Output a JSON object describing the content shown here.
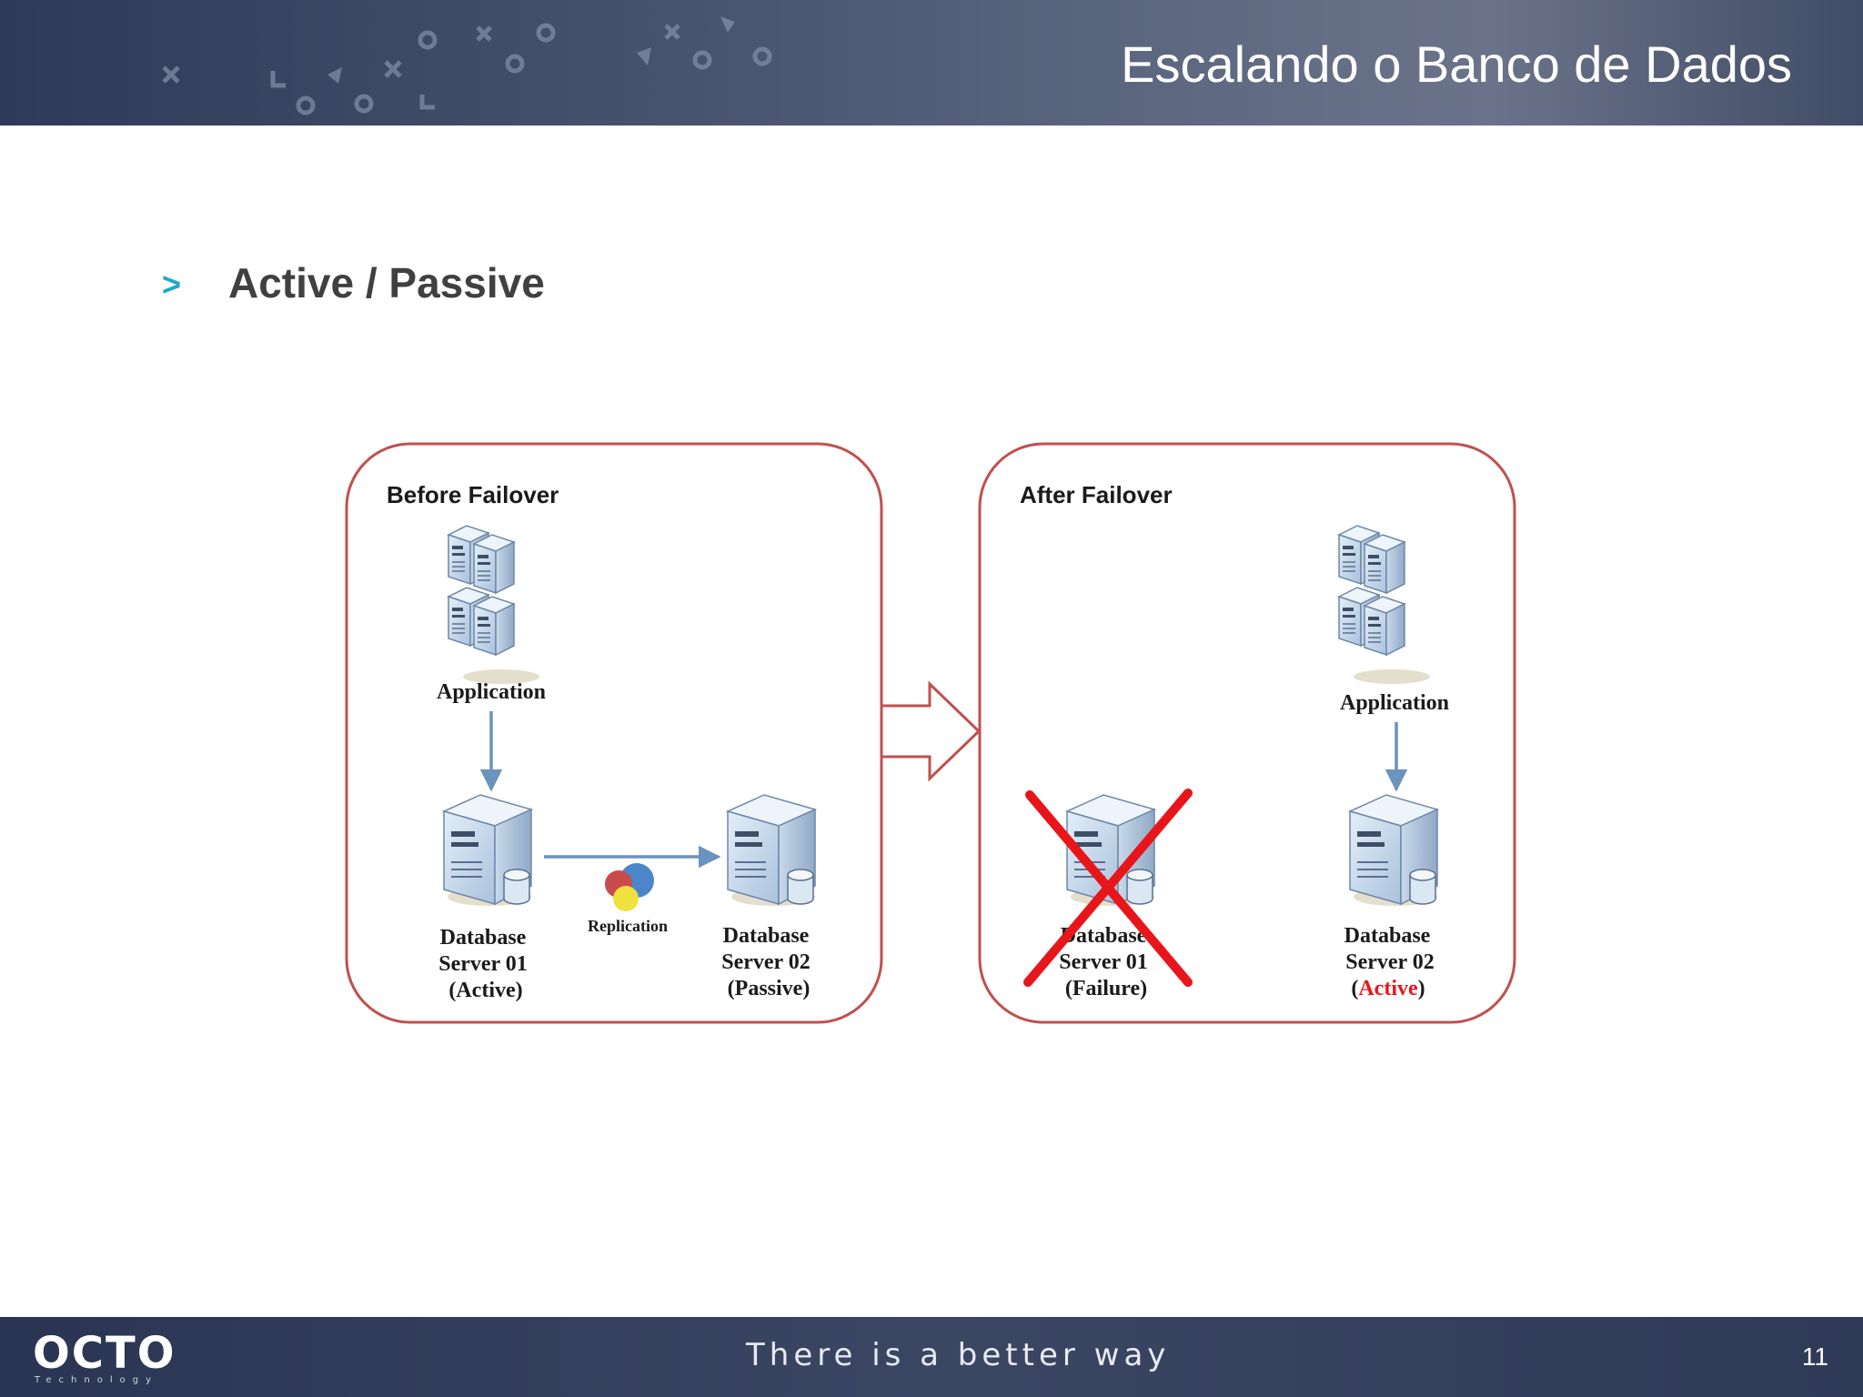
{
  "slide": {
    "title": "Escalando o Banco de Dados",
    "bullet_glyph": ">",
    "subtitle": "Active / Passive",
    "page_number": "11"
  },
  "footer": {
    "logo": "OCTO",
    "logo_sub": "Technology",
    "tagline": "There is a better way"
  },
  "diagram": {
    "before": {
      "label": "Before Failover",
      "application_label": "Application",
      "db1": [
        "Database",
        "Server 01",
        "(Active)"
      ],
      "replication_label": "Replication",
      "db2": [
        "Database",
        "Server 02",
        "(Passive)"
      ]
    },
    "after": {
      "label": "After Failover",
      "application_label": "Application",
      "db1": [
        "Database",
        "Server 01",
        "(Failure)"
      ],
      "db2": [
        "Database",
        "Server 02"
      ],
      "db2_status_open": "(",
      "db2_status": "Active",
      "db2_status_close": ")"
    }
  },
  "colors": {
    "panel_border": "#c0504d",
    "arrow_blue": "#6a93bd",
    "failure_x": "#e8161a",
    "active_red": "#e8161a",
    "accent_bullet": "#1aa9c9"
  },
  "icons": [
    "server-cluster-icon",
    "database-server-icon",
    "replication-icon",
    "failover-arrow-icon",
    "failure-x-icon"
  ]
}
